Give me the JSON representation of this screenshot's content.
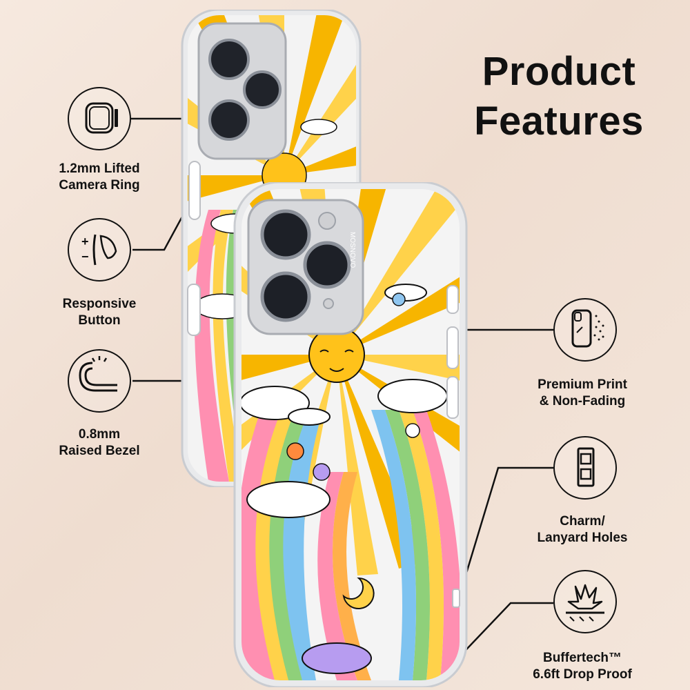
{
  "title": {
    "line1": "Product",
    "line2": "Features"
  },
  "features": [
    {
      "label_line1": "1.2mm Lifted",
      "label_line2": "Camera Ring",
      "icon": "camera-ring-icon"
    },
    {
      "label_line1": "Responsive",
      "label_line2": "Button",
      "icon": "button-press-icon"
    },
    {
      "label_line1": "0.8mm",
      "label_line2": "Raised Bezel",
      "icon": "raised-bezel-icon"
    },
    {
      "label_line1": "Premium Print",
      "label_line2": "& Non-Fading",
      "icon": "print-phone-icon"
    },
    {
      "label_line1": "Charm/",
      "label_line2": "Lanyard Holes",
      "icon": "lanyard-hole-icon"
    },
    {
      "label_line1": "Buffertech™",
      "label_line2": "6.6ft Drop Proof",
      "icon": "drop-impact-icon"
    }
  ],
  "phone": {
    "brand_text": "MOSNOVO",
    "accent_colors": [
      "#f7b500",
      "#ffd24a",
      "#ff8fb1",
      "#8fc6f0",
      "#b79cf0",
      "#ffffff"
    ]
  }
}
